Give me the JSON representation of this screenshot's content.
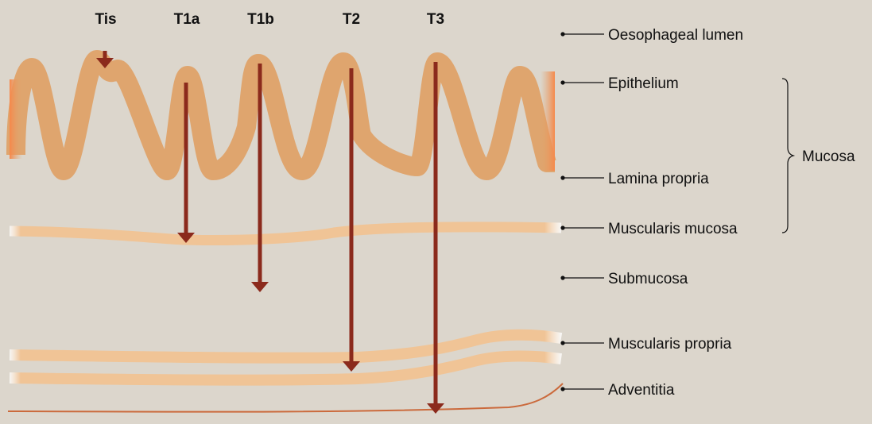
{
  "stages": [
    {
      "label": "Tis",
      "depth": "Epithelium"
    },
    {
      "label": "T1a",
      "depth": "Muscularis mucosa"
    },
    {
      "label": "T1b",
      "depth": "Submucosa"
    },
    {
      "label": "T2",
      "depth": "Muscularis propria"
    },
    {
      "label": "T3",
      "depth": "Adventitia"
    }
  ],
  "layers": [
    {
      "label": "Oesophageal lumen"
    },
    {
      "label": "Epithelium"
    },
    {
      "label": "Lamina propria"
    },
    {
      "label": "Muscularis mucosa"
    },
    {
      "label": "Submucosa"
    },
    {
      "label": "Muscularis propria"
    },
    {
      "label": "Adventitia"
    }
  ],
  "group_label": "Mucosa",
  "colors": {
    "background": "#dcd6cc",
    "mucosa": "#dfa56e",
    "mucosa_edge": "#f19058",
    "muscle": "#f0c496",
    "arrow": "#8b2a1c",
    "adventitia_line": "#cb6a3c",
    "leader": "#111111"
  }
}
